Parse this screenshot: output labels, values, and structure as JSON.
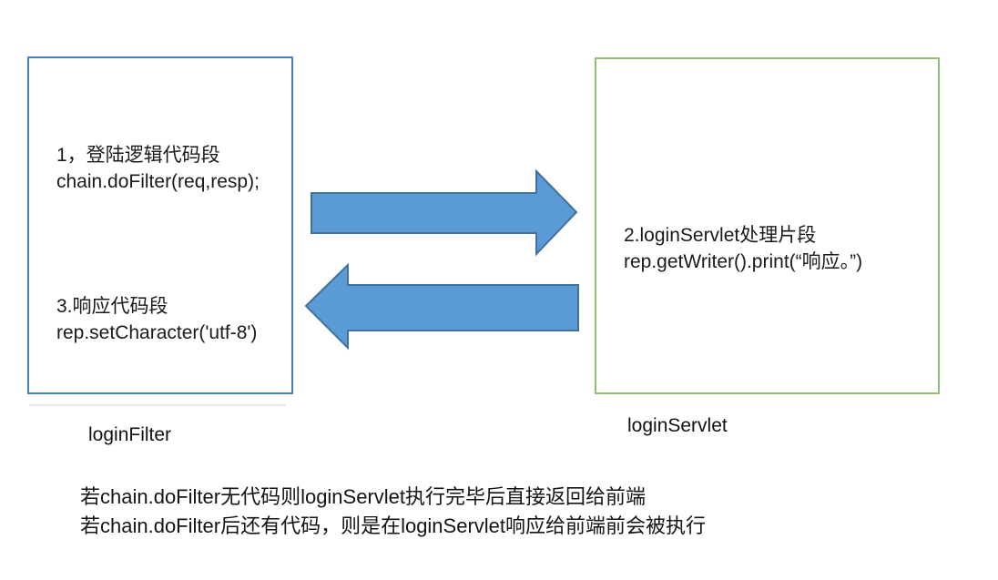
{
  "filter_box": {
    "step1": {
      "line1": "1，登陆逻辑代码段",
      "line2": "chain.doFilter(req,resp);"
    },
    "step3": {
      "line1": "3.响应代码段",
      "line2": "rep.setCharacter('utf-8')"
    },
    "label": "loginFilter"
  },
  "servlet_box": {
    "step2": {
      "line1": "2.loginServlet处理片段",
      "line2": "rep.getWriter().print(“响应。”)"
    },
    "label": "loginServlet"
  },
  "notes": {
    "line1": "若chain.doFilter无代码则loginServlet执行完毕后直接返回给前端",
    "line2": "若chain.doFilter后还有代码，则是在loginServlet响应给前端前会被执行"
  },
  "colors": {
    "filter_box_border": "#4a7ebb",
    "servlet_box_border": "#8fbe74",
    "arrow_fill": "#5b9bd5",
    "arrow_stroke": "#41719c",
    "text": "#1a1a1a"
  }
}
